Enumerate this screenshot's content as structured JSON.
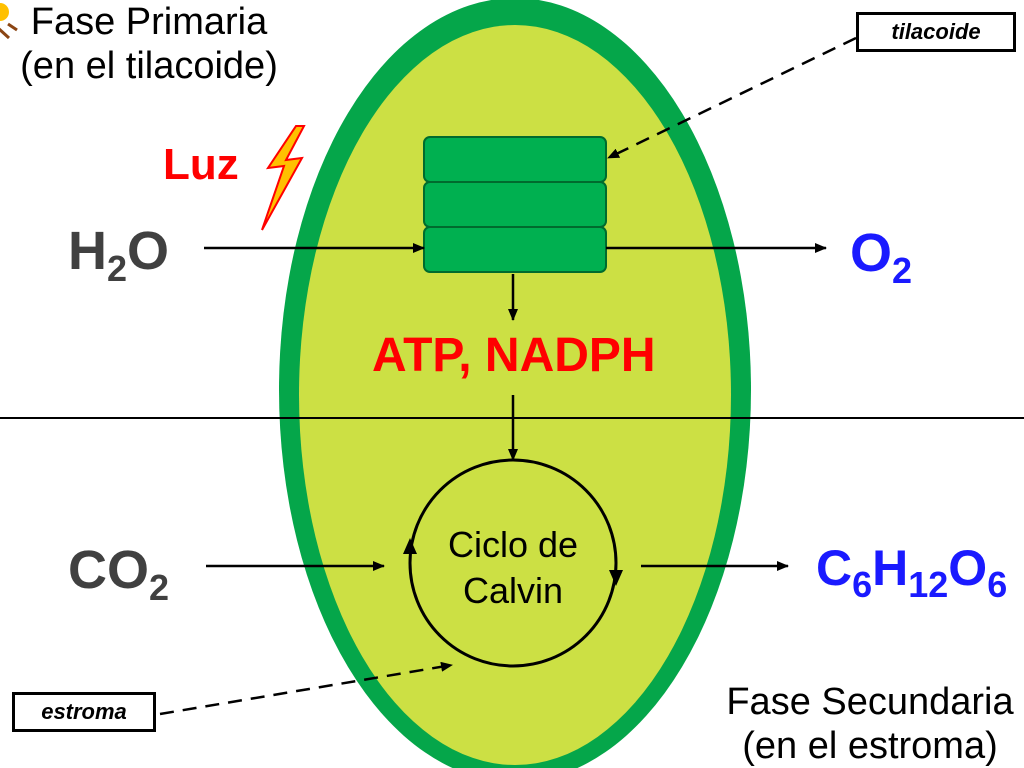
{
  "phase_primary": {
    "line1": "Fase Primaria",
    "line2": "(en el tilacoide)"
  },
  "phase_secondary": {
    "line1": "Fase Secundaria",
    "line2": "(en el estroma)"
  },
  "light": {
    "label": "Luz"
  },
  "reactants": {
    "water": {
      "symbol": "H",
      "sub": "2",
      "tail": "O"
    },
    "co2": {
      "symbol": "CO",
      "sub": "2"
    }
  },
  "products": {
    "oxygen": {
      "symbol": "O",
      "sub": "2"
    },
    "glucose": {
      "c": "C",
      "c_sub": "6",
      "h": "H",
      "h_sub": "12",
      "o": "O",
      "o_sub": "6"
    }
  },
  "energy": {
    "label": "ATP, NADPH"
  },
  "calvin": {
    "line1": "Ciclo de",
    "line2": "Calvin"
  },
  "callouts": {
    "thylakoid": "tilacoide",
    "stroma": "estroma"
  },
  "colors": {
    "outer_membrane": "#05a64a",
    "stroma_fill": "#cce044",
    "thylakoid": "#00b050",
    "energy_text": "#ff0000",
    "light_text": "#ff0000",
    "product_text": "#1a1aff",
    "reactant_text": "#404040"
  }
}
